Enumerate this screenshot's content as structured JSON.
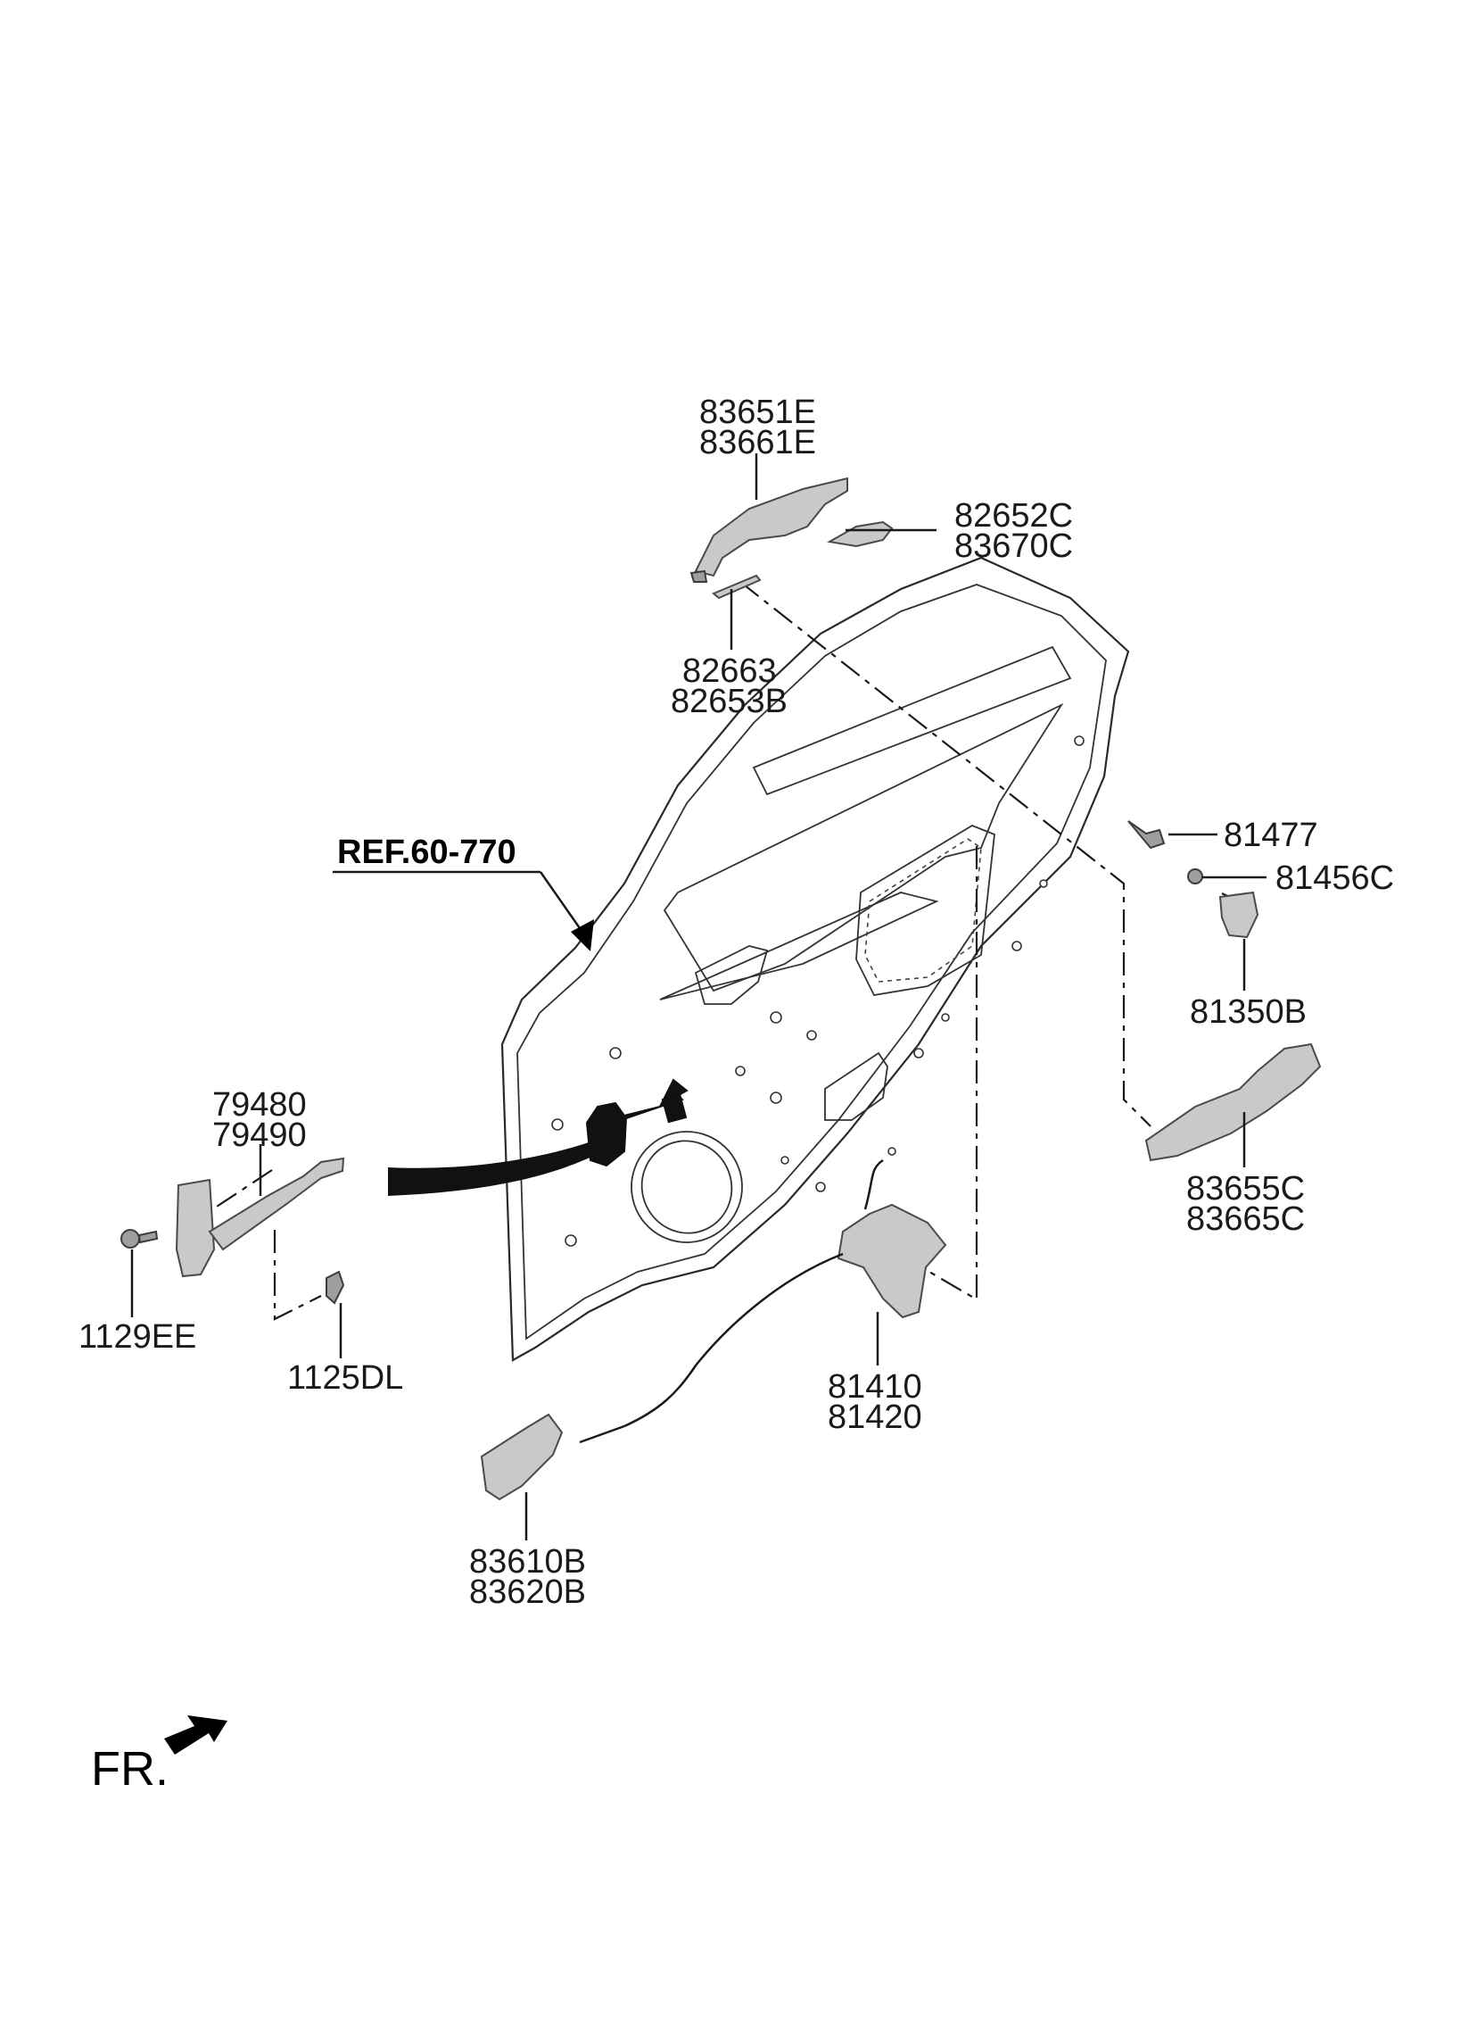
{
  "labels": {
    "outside_handle": [
      "83651E",
      "83661E"
    ],
    "handle_cover": [
      "82652C",
      "83670C"
    ],
    "handle_pad": [
      "82663",
      "82653B"
    ],
    "reference": "REF.60-770",
    "bolt_81477": "81477",
    "screw_81456C": "81456C",
    "striker": "81350B",
    "handle_bracket": [
      "83655C",
      "83665C"
    ],
    "checker": [
      "79480",
      "79490"
    ],
    "bolt_1129EE": "1129EE",
    "bolt_1125DL": "1125DL",
    "latch": [
      "81410",
      "81420"
    ],
    "inside_handle": [
      "83610B",
      "83620B"
    ],
    "front_indicator": "FR."
  }
}
